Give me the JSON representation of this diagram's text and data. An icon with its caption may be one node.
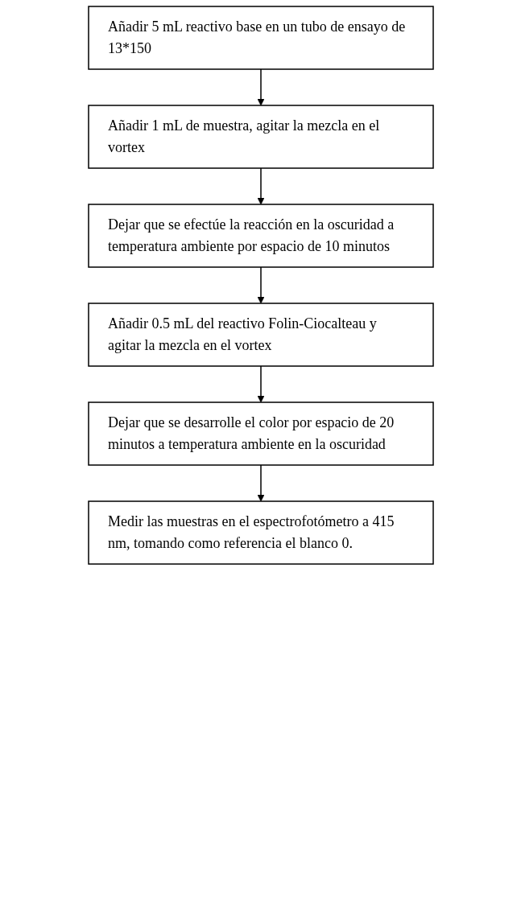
{
  "diagram": {
    "nodes": [
      {
        "text": [
          "Añadir 5 mL reactivo base en un tubo de ensayo de 13*150"
        ]
      },
      {
        "text": [
          "Añadir 1 mL de muestra, agitar la mezcla en el vortex"
        ]
      },
      {
        "text": [
          "Dejar que se efectúe la reacción en la oscuridad a temperatura ambiente por espacio de 10 minutos"
        ]
      },
      {
        "text": [
          "Añadir 0.5 mL del reactivo Folin-Ciocalteau y agitar la mezcla en el vortex"
        ]
      },
      {
        "text": [
          "Dejar que se desarrolle el color por espacio de 20 minutos a temperatura ambiente en la oscuridad"
        ]
      },
      {
        "text": [
          "Medir las muestras en el espectrofotómetro a 415 nm, tomando como referencia el blanco 0."
        ]
      }
    ],
    "edges": [
      {
        "from": 0,
        "to": 1,
        "arrow": "to"
      },
      {
        "from": 1,
        "to": 2,
        "arrow": "to"
      },
      {
        "from": 2,
        "to": 3,
        "arrow": "to"
      },
      {
        "from": 3,
        "to": 4,
        "arrow": "to"
      },
      {
        "from": 4,
        "to": 5,
        "arrow": "to"
      }
    ]
  }
}
